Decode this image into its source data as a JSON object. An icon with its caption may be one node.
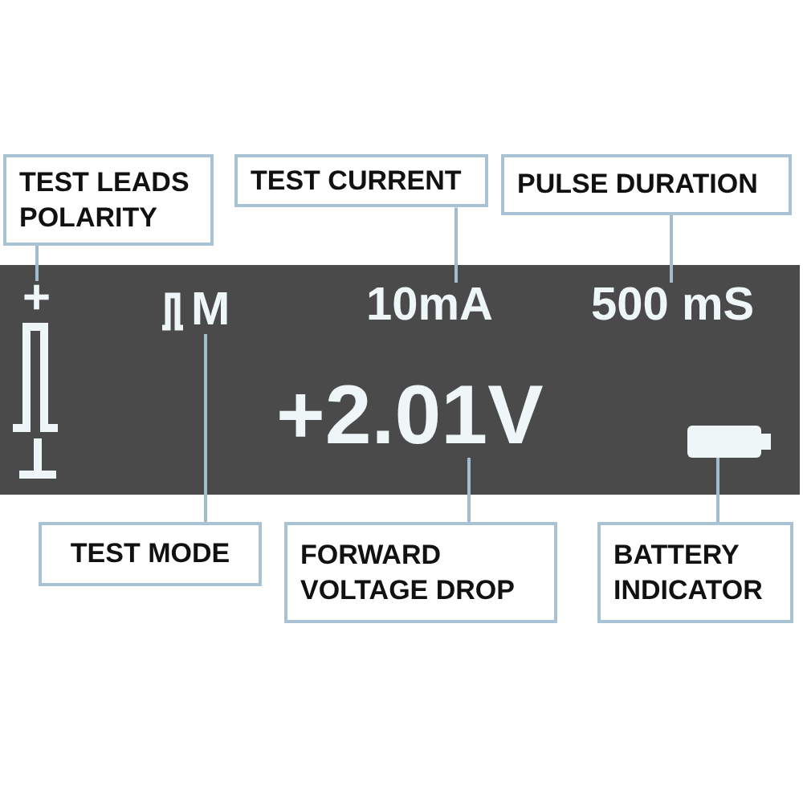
{
  "diagram": {
    "nodes": [
      {
        "text": [
          "TEST LEADS POLARITY"
        ]
      },
      {
        "text": [
          "TEST CURRENT"
        ]
      },
      {
        "text": [
          "PULSE DURATION"
        ]
      },
      {
        "text": [],
        "shape": "box"
      },
      {
        "text": [
          "+"
        ],
        "in": 3
      },
      {
        "text": [
          "M"
        ],
        "in": 3
      },
      {
        "text": [
          "10mA"
        ],
        "in": 3
      },
      {
        "text": [
          "500 mS"
        ],
        "in": 3
      },
      {
        "text": [
          "+2.01V"
        ],
        "in": 3
      },
      {
        "text": [],
        "shape": "picture",
        "in": 3
      },
      {
        "text": [
          "TEST MODE"
        ]
      },
      {
        "text": [
          "FORWARD VOLTAGE DROP"
        ]
      },
      {
        "text": [
          "BATTERY INDICATOR"
        ]
      }
    ],
    "edges": [
      {
        "from": 0,
        "to": 4,
        "arrow": "none"
      },
      {
        "from": 1,
        "to": 6,
        "arrow": "none"
      },
      {
        "from": 2,
        "to": 7,
        "arrow": "none"
      },
      {
        "from": 10,
        "to": 5,
        "arrow": "none"
      },
      {
        "from": 11,
        "to": 8,
        "arrow": "none"
      },
      {
        "from": 12,
        "to": 9,
        "arrow": "none"
      }
    ]
  }
}
